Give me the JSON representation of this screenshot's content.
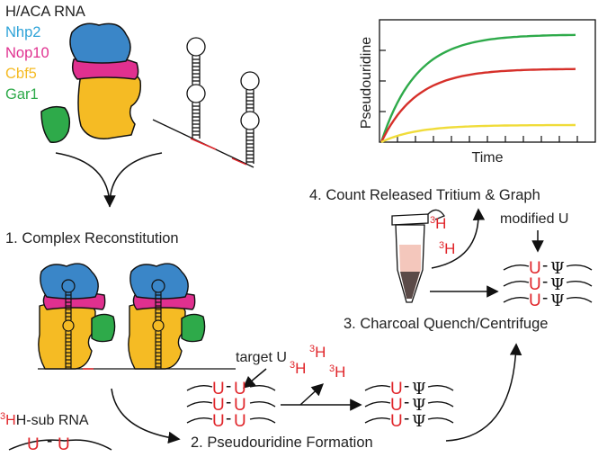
{
  "legend": {
    "title": "H/ACA RNA",
    "items": [
      {
        "label": "Nhp2",
        "color": "#2ea3d8"
      },
      {
        "label": "Nop10",
        "color": "#e0308f"
      },
      {
        "label": "Cbf5",
        "color": "#f5bb24"
      },
      {
        "label": "Gar1",
        "color": "#2eaa4a"
      }
    ]
  },
  "colors": {
    "nhp2": "#3a86c8",
    "nop10": "#e0308f",
    "cbf5": "#f5bb24",
    "gar1": "#2eaa4a",
    "tritium": "#e0252a"
  },
  "steps": {
    "step1": "1. Complex Reconstitution",
    "step2": "2. Pseudouridine Formation",
    "step3": "3. Charcoal Quench/Centrifuge",
    "step4": "4. Count Released Tritium & Graph"
  },
  "labels": {
    "target_u": "target U",
    "modified_u": "modified U",
    "h3_sub_rna_sup": "3",
    "h3_sub_rna_rest": "H-sub RNA",
    "tritium_sup": "3",
    "tritium_sym": "H",
    "uracil": "U",
    "psi": "Ψ",
    "dash": "-"
  },
  "chart_data": {
    "type": "line",
    "xlabel": "Time",
    "ylabel": "Pseudouridine",
    "series": [
      {
        "color": "#2eaa4a",
        "plateau": 0.88,
        "rate": 5.5
      },
      {
        "color": "#d6302a",
        "plateau": 0.6,
        "rate": 5.5
      },
      {
        "color": "#f0dc3a",
        "plateau": 0.14,
        "rate": 5.5
      }
    ]
  }
}
